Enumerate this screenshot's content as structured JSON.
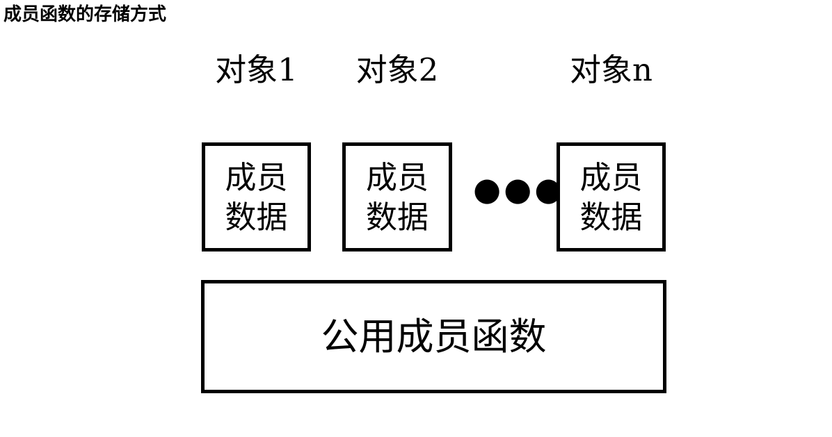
{
  "slide": {
    "title": "成员函数的存储方式",
    "background_color": "#ffffff",
    "stroke_color": "#000000"
  },
  "objects": [
    {
      "label": "对象1",
      "box_line1": "成员",
      "box_line2": "数据"
    },
    {
      "label": "对象2",
      "box_line1": "成员",
      "box_line2": "数据"
    },
    {
      "label": "对象n",
      "box_line1": "成员",
      "box_line2": "数据"
    }
  ],
  "ellipsis": {
    "text": "●●●"
  },
  "shared": {
    "function_box_label": "公用成员函数"
  }
}
